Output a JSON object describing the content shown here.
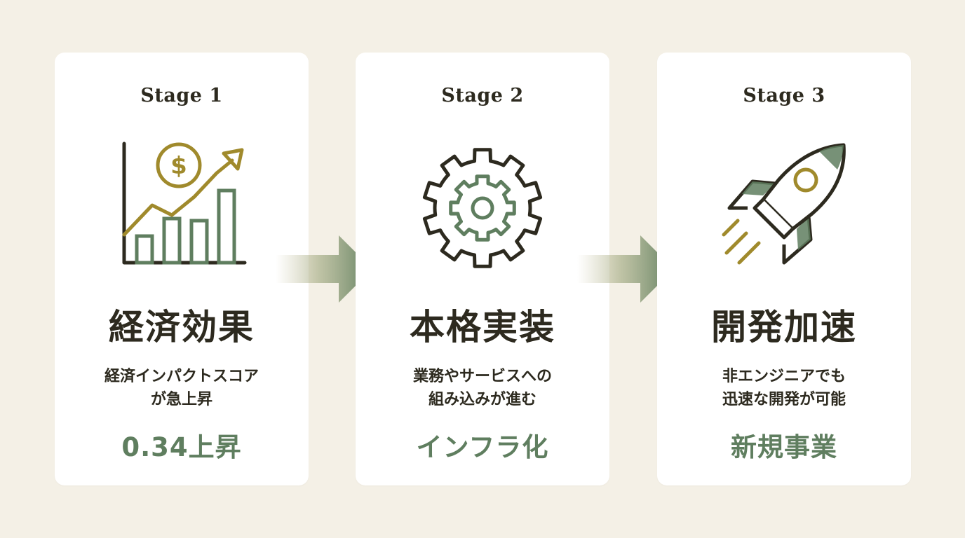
{
  "colors": {
    "background": "#f4f0e6",
    "card": "#ffffff",
    "dark": "#2d2a1f",
    "green": "#5f7e5f",
    "gold": "#a08a2c"
  },
  "stages": [
    {
      "label": "Stage 1",
      "icon": "growth-chart-dollar-icon",
      "title": "経済効果",
      "desc_line1": "経済インパクトスコア",
      "desc_line2": "が急上昇",
      "highlight": "0.34上昇"
    },
    {
      "label": "Stage 2",
      "icon": "gear-icon",
      "title": "本格実装",
      "desc_line1": "業務やサービスへの",
      "desc_line2": "組み込みが進む",
      "highlight": "インフラ化"
    },
    {
      "label": "Stage 3",
      "icon": "rocket-icon",
      "title": "開発加速",
      "desc_line1": "非エンジニアでも",
      "desc_line2": "迅速な開発が可能",
      "highlight": "新規事業"
    }
  ]
}
